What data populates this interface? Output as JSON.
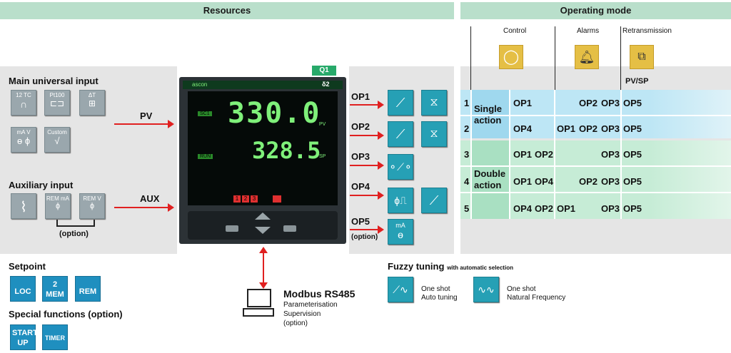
{
  "resources_header": "Resources",
  "operating_header": "Operating mode",
  "main_input": {
    "title": "Main universal input",
    "icons": [
      "12 TC",
      "Pt100",
      "ΔT",
      "mA V",
      "Custom"
    ]
  },
  "aux_input": {
    "title": "Auxiliary input",
    "icons": [
      "REM mA",
      "REM V"
    ],
    "option": "(option)"
  },
  "pv_label": "PV",
  "aux_label": "AUX",
  "q1_tag": "Q1",
  "instrument": {
    "pv_value": "330.0",
    "sp_value": "328.5",
    "pv_unit": "PV",
    "sp_unit": "SP",
    "sc1": "SC1",
    "run": "RUN",
    "leds": [
      "1",
      "2",
      "3"
    ],
    "brand": "ascon",
    "model": "δ2"
  },
  "outputs": [
    "OP1",
    "OP2",
    "OP3",
    "OP4",
    "OP5"
  ],
  "op5_option": "(option)",
  "setpoint": {
    "title": "Setpoint",
    "buttons": [
      "LOC",
      "2 MEM",
      "REM"
    ]
  },
  "special": {
    "title": "Special functions (option)",
    "buttons": [
      "START UP",
      "TIMER"
    ]
  },
  "modbus": {
    "title": "Modbus RS485",
    "lines": [
      "Parameterisation",
      "Supervision",
      "(option)"
    ]
  },
  "fuzzy": {
    "title": "Fuzzy tuning",
    "subtitle": "with automatic selection",
    "items": [
      {
        "line1": "One shot",
        "line2": "Auto tuning"
      },
      {
        "line1": "One shot",
        "line2": "Natural Frequency"
      }
    ]
  },
  "modes": {
    "col_control": "Control",
    "col_alarms": "Alarms",
    "col_retrans": "Retransmission",
    "pvsp": "PV/SP",
    "single": "Single action",
    "double": "Double action"
  },
  "rows": [
    {
      "n": "1",
      "c1": "OP1",
      "c2": "",
      "a1": "",
      "a2": "OP2",
      "a3": "OP3",
      "r": "OP5"
    },
    {
      "n": "2",
      "c1": "OP4",
      "c2": "",
      "a1": "OP1",
      "a2": "OP2",
      "a3": "OP3",
      "r": "OP5"
    },
    {
      "n": "3",
      "c1": "OP1",
      "c2": "OP2",
      "a1": "",
      "a2": "",
      "a3": "OP3",
      "r": "OP5"
    },
    {
      "n": "4",
      "c1": "OP1",
      "c2": "OP4",
      "a1": "",
      "a2": "OP2",
      "a3": "OP3",
      "r": "OP5"
    },
    {
      "n": "5",
      "c1": "OP4",
      "c2": "OP2",
      "a1": "OP1",
      "a2": "",
      "a3": "OP3",
      "r": "OP5"
    }
  ],
  "colors": {
    "header": "#b9dfcb",
    "panel": "#e5e5e5",
    "teal": "#26a0b5",
    "blue": "#1f8fbf",
    "arrow": "#e02020",
    "single_band": "#bde6f5",
    "double_band": "#c6ecd6"
  }
}
